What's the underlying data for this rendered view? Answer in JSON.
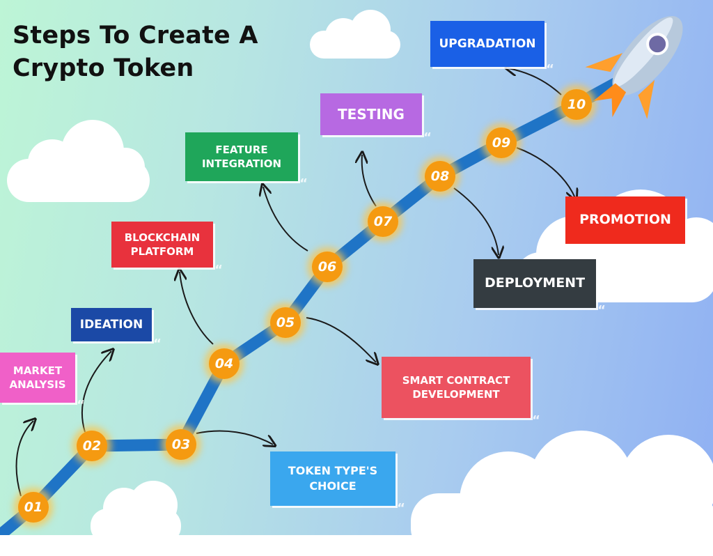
{
  "title": {
    "line1": "Steps To Create A",
    "line2": "Crypto Token"
  },
  "colors": {
    "path": "#1f74c6",
    "node": "#f59a11",
    "market": "#f060c8",
    "ideation": "#1b49a6",
    "blockchain": "#e8323d",
    "feature": "#1fa65a",
    "testing": "#b769e2",
    "upgradation": "#1a60e6",
    "promotion": "#ef2a1d",
    "deployment": "#343c41",
    "smart": "#ec5260",
    "token": "#3aa7ee"
  },
  "steps": [
    "01",
    "02",
    "03",
    "04",
    "05",
    "06",
    "07",
    "08",
    "09",
    "10"
  ],
  "labels": {
    "market_analysis": {
      "line1": "MARKET",
      "line2": "ANALYSIS"
    },
    "ideation": "IDEATION",
    "blockchain_platform": {
      "line1": "BLOCKCHAIN",
      "line2": "PLATFORM"
    },
    "feature_integration": {
      "line1": "FEATURE",
      "line2": "INTEGRATION"
    },
    "testing": "TESTING",
    "upgradation": "UPGRADATION",
    "promotion": "PROMOTION",
    "deployment": "DEPLOYMENT",
    "smart_contract": {
      "line1": "SMART CONTRACT",
      "line2": "DEVELOPMENT"
    },
    "token_type": {
      "line1": "TOKEN TYPE'S",
      "line2": "CHOICE"
    }
  },
  "icons": {
    "rocket": "rocket-icon"
  }
}
